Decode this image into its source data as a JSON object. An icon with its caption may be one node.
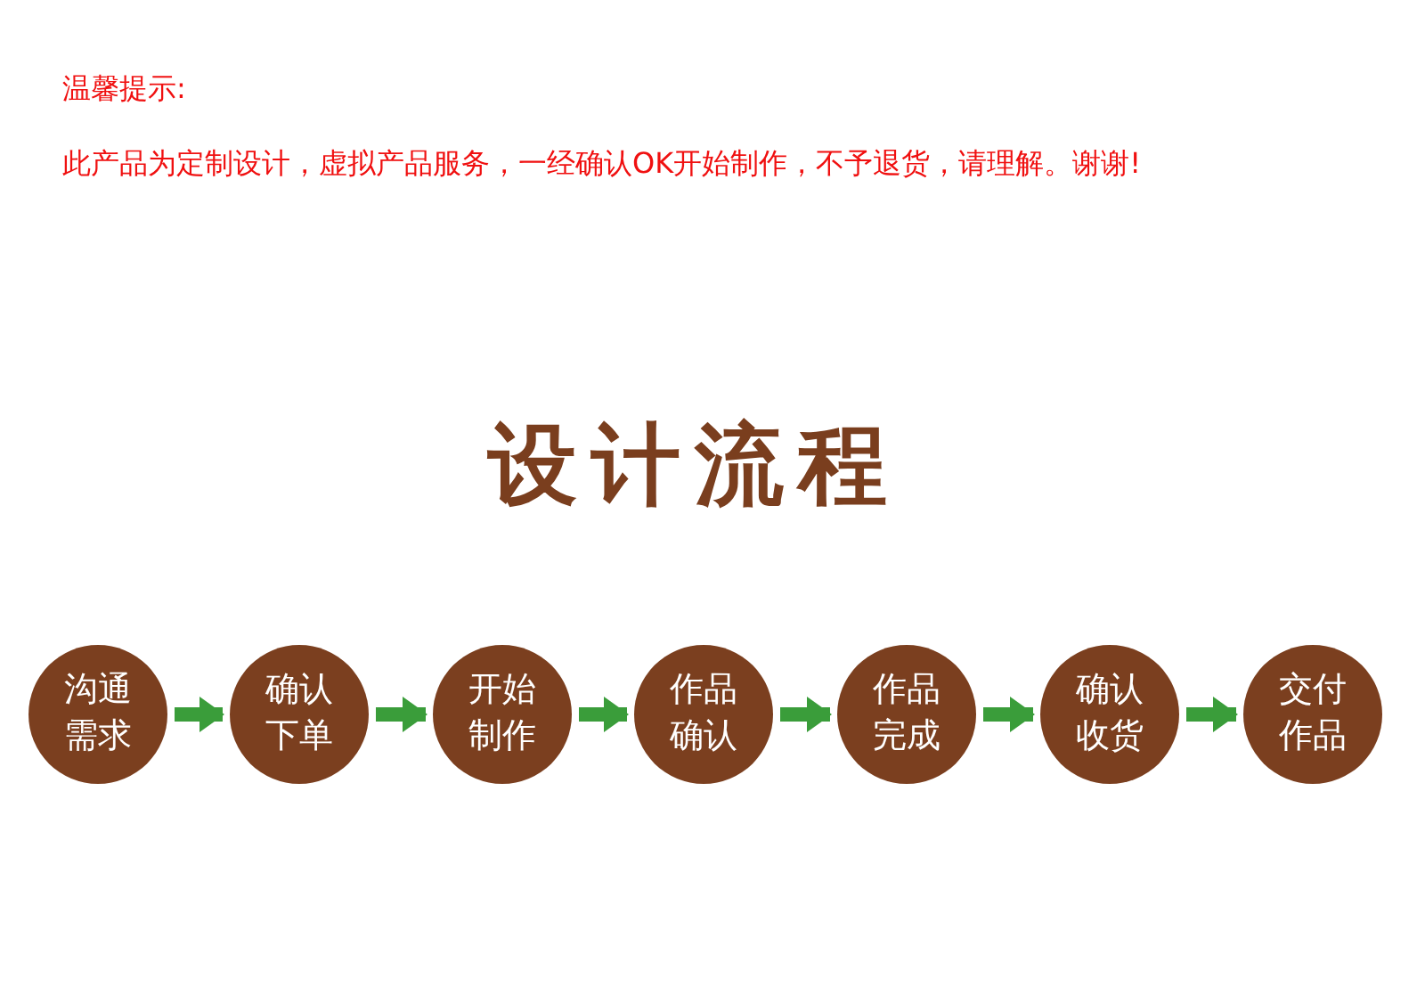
{
  "diagram": {
    "title": "设计流程",
    "nodes": [
      {
        "text": [
          "沟通需求"
        ]
      },
      {
        "text": [
          "确认下单"
        ]
      },
      {
        "text": [
          "开始制作"
        ]
      },
      {
        "text": [
          "作品确认"
        ]
      },
      {
        "text": [
          "作品完成"
        ]
      },
      {
        "text": [
          "确认收货"
        ]
      },
      {
        "text": [
          "交付作品"
        ]
      }
    ],
    "edges": [
      {
        "from": 0,
        "to": 1,
        "arrow": "to"
      },
      {
        "from": 1,
        "to": 2,
        "arrow": "to"
      },
      {
        "from": 2,
        "to": 3,
        "arrow": "to"
      },
      {
        "from": 3,
        "to": 4,
        "arrow": "to"
      },
      {
        "from": 4,
        "to": 5,
        "arrow": "to"
      },
      {
        "from": 5,
        "to": 6,
        "arrow": "to"
      }
    ],
    "labels": [
      "温馨提示:",
      "此产品为定制设计，虚拟产品服务，一经确认OK开始制作，不予退货，请理解。谢谢!"
    ]
  }
}
